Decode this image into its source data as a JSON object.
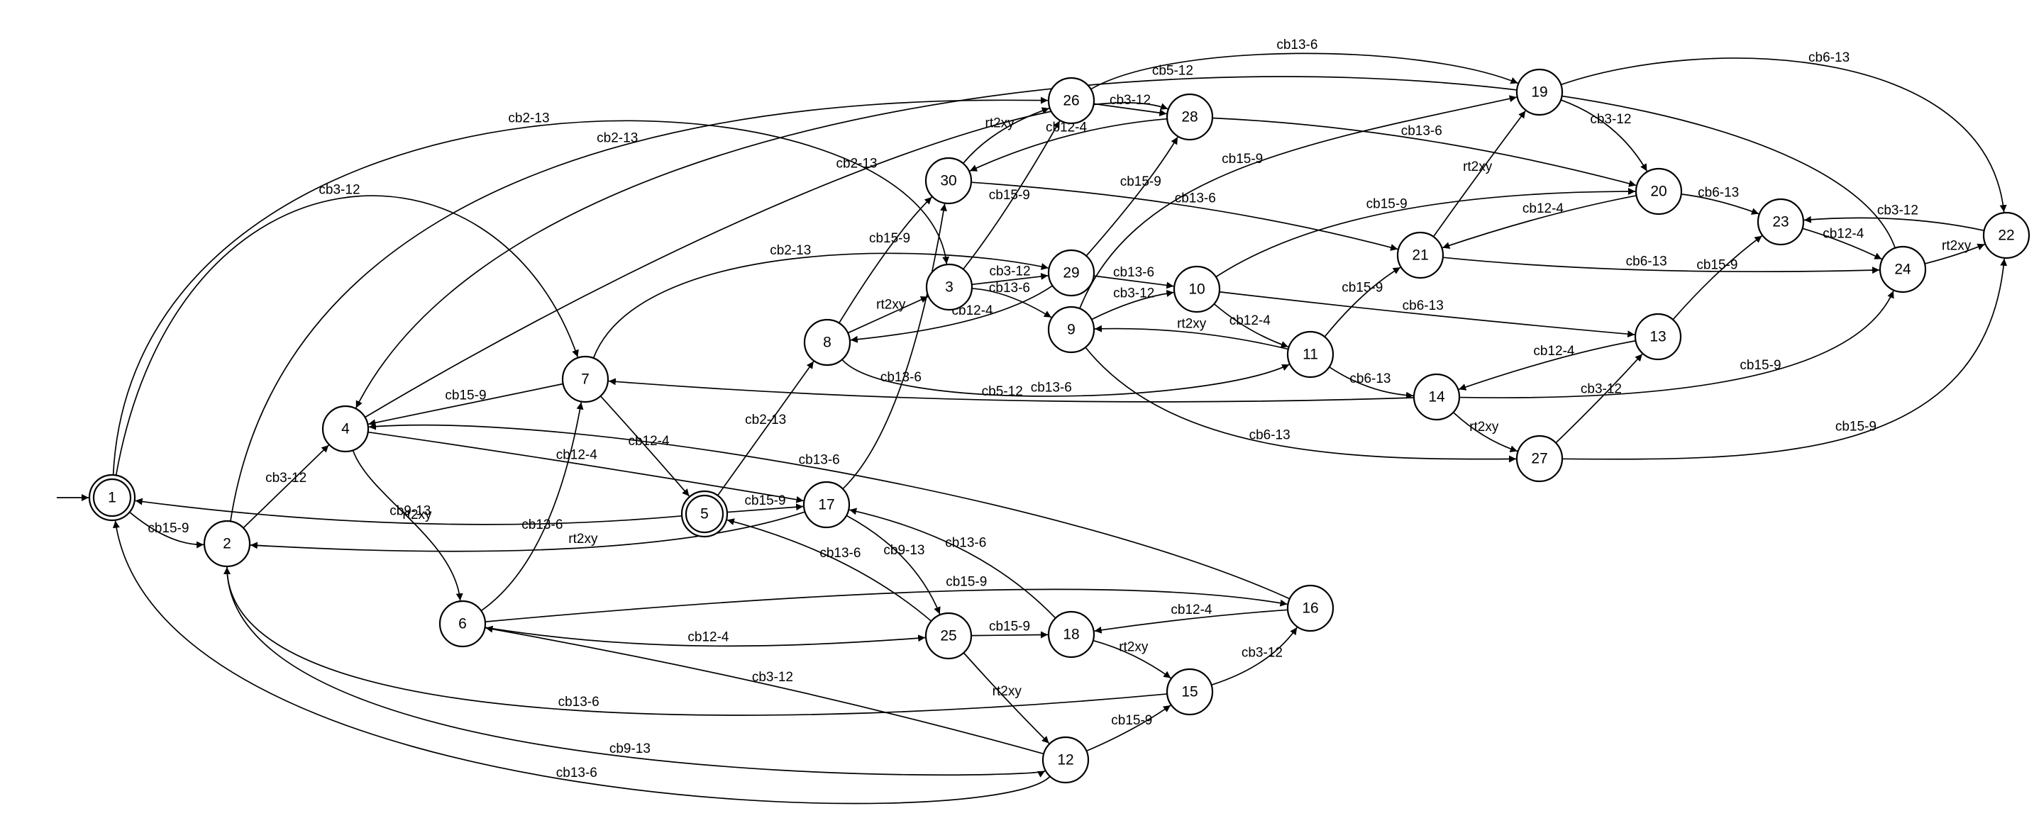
{
  "diagram": {
    "type": "state-machine",
    "start_state": "1",
    "accepting_states": [
      "1",
      "5"
    ],
    "states": [
      "1",
      "2",
      "3",
      "4",
      "5",
      "6",
      "7",
      "8",
      "9",
      "10",
      "11",
      "12",
      "13",
      "14",
      "15",
      "16",
      "17",
      "18",
      "19",
      "20",
      "21",
      "22",
      "23",
      "24",
      "25",
      "26",
      "27",
      "28",
      "29",
      "30"
    ],
    "transitions": [
      {
        "from": "1",
        "to": "2",
        "label": "cb15-9"
      },
      {
        "from": "1",
        "to": "3",
        "label": "cb2-13"
      },
      {
        "from": "1",
        "to": "7",
        "label": "cb3-12"
      },
      {
        "from": "2",
        "to": "4",
        "label": "cb3-12"
      },
      {
        "from": "2",
        "to": "26",
        "label": "cb2-13"
      },
      {
        "from": "2",
        "to": "12",
        "label": "cb9-13"
      },
      {
        "from": "3",
        "to": "29",
        "label": "cb3-12"
      },
      {
        "from": "3",
        "to": "9",
        "label": "cb13-6"
      },
      {
        "from": "3",
        "to": "26",
        "label": "cb15-9"
      },
      {
        "from": "4",
        "to": "28",
        "label": "cb2-13"
      },
      {
        "from": "4",
        "to": "17",
        "label": "cb12-4"
      },
      {
        "from": "4",
        "to": "6",
        "label": "cb9-13"
      },
      {
        "from": "5",
        "to": "1",
        "label": "rt2xy"
      },
      {
        "from": "5",
        "to": "8",
        "label": "cb2-13"
      },
      {
        "from": "5",
        "to": "17",
        "label": "cb15-9"
      },
      {
        "from": "6",
        "to": "7",
        "label": "cb13-6"
      },
      {
        "from": "6",
        "to": "16",
        "label": "cb15-9"
      },
      {
        "from": "6",
        "to": "25",
        "label": "cb12-4"
      },
      {
        "from": "7",
        "to": "4",
        "label": "cb15-9"
      },
      {
        "from": "7",
        "to": "29",
        "label": "cb2-13"
      },
      {
        "from": "7",
        "to": "5",
        "label": "cb12-4"
      },
      {
        "from": "8",
        "to": "30",
        "label": "cb15-9"
      },
      {
        "from": "8",
        "to": "3",
        "label": "rt2xy"
      },
      {
        "from": "8",
        "to": "11",
        "label": "cb13-6"
      },
      {
        "from": "9",
        "to": "10",
        "label": "cb3-12"
      },
      {
        "from": "9",
        "to": "19",
        "label": "cb15-9"
      },
      {
        "from": "9",
        "to": "27",
        "label": "cb6-13"
      },
      {
        "from": "10",
        "to": "20",
        "label": "cb15-9"
      },
      {
        "from": "10",
        "to": "11",
        "label": "cb12-4"
      },
      {
        "from": "10",
        "to": "13",
        "label": "cb6-13"
      },
      {
        "from": "11",
        "to": "9",
        "label": "rt2xy"
      },
      {
        "from": "11",
        "to": "21",
        "label": "cb15-9"
      },
      {
        "from": "11",
        "to": "14",
        "label": "cb6-13"
      },
      {
        "from": "12",
        "to": "1",
        "label": "cb13-6"
      },
      {
        "from": "12",
        "to": "6",
        "label": "cb3-12"
      },
      {
        "from": "12",
        "to": "15",
        "label": "cb15-9"
      },
      {
        "from": "13",
        "to": "14",
        "label": "cb12-4"
      },
      {
        "from": "13",
        "to": "23",
        "label": "cb15-9"
      },
      {
        "from": "14",
        "to": "7",
        "label": "cb5-12"
      },
      {
        "from": "14",
        "to": "27",
        "label": "rt2xy"
      },
      {
        "from": "14",
        "to": "24",
        "label": "cb15-9"
      },
      {
        "from": "15",
        "to": "2",
        "label": "cb13-6"
      },
      {
        "from": "15",
        "to": "16",
        "label": "cb3-12"
      },
      {
        "from": "16",
        "to": "4",
        "label": "cb13-6"
      },
      {
        "from": "16",
        "to": "18",
        "label": "cb12-4"
      },
      {
        "from": "17",
        "to": "2",
        "label": "rt2xy"
      },
      {
        "from": "17",
        "to": "25",
        "label": "cb9-13"
      },
      {
        "from": "17",
        "to": "30",
        "label": "cb13-6"
      },
      {
        "from": "18",
        "to": "17",
        "label": "cb13-6"
      },
      {
        "from": "18",
        "to": "15",
        "label": "rt2xy"
      },
      {
        "from": "19",
        "to": "20",
        "label": "cb3-12"
      },
      {
        "from": "19",
        "to": "22",
        "label": "cb6-13"
      },
      {
        "from": "20",
        "to": "23",
        "label": "cb6-13"
      },
      {
        "from": "20",
        "to": "21",
        "label": "cb12-4"
      },
      {
        "from": "21",
        "to": "19",
        "label": "rt2xy"
      },
      {
        "from": "21",
        "to": "24",
        "label": "cb6-13"
      },
      {
        "from": "22",
        "to": "23",
        "label": "cb3-12"
      },
      {
        "from": "23",
        "to": "24",
        "label": "cb12-4"
      },
      {
        "from": "24",
        "to": "22",
        "label": "rt2xy"
      },
      {
        "from": "24",
        "to": "4",
        "label": "cb5-12"
      },
      {
        "from": "25",
        "to": "5",
        "label": "cb13-6"
      },
      {
        "from": "25",
        "to": "18",
        "label": "cb15-9"
      },
      {
        "from": "25",
        "to": "12",
        "label": "rt2xy"
      },
      {
        "from": "26",
        "to": "28",
        "label": "cb3-12"
      },
      {
        "from": "26",
        "to": "19",
        "label": "cb13-6"
      },
      {
        "from": "27",
        "to": "13",
        "label": "cb3-12"
      },
      {
        "from": "27",
        "to": "22",
        "label": "cb15-9"
      },
      {
        "from": "28",
        "to": "30",
        "label": "cb12-4"
      },
      {
        "from": "28",
        "to": "20",
        "label": "cb13-6"
      },
      {
        "from": "29",
        "to": "28",
        "label": "cb15-9"
      },
      {
        "from": "29",
        "to": "10",
        "label": "cb13-6"
      },
      {
        "from": "29",
        "to": "8",
        "label": "cb12-4"
      },
      {
        "from": "30",
        "to": "26",
        "label": "rt2xy"
      },
      {
        "from": "30",
        "to": "21",
        "label": "cb13-6"
      }
    ]
  }
}
